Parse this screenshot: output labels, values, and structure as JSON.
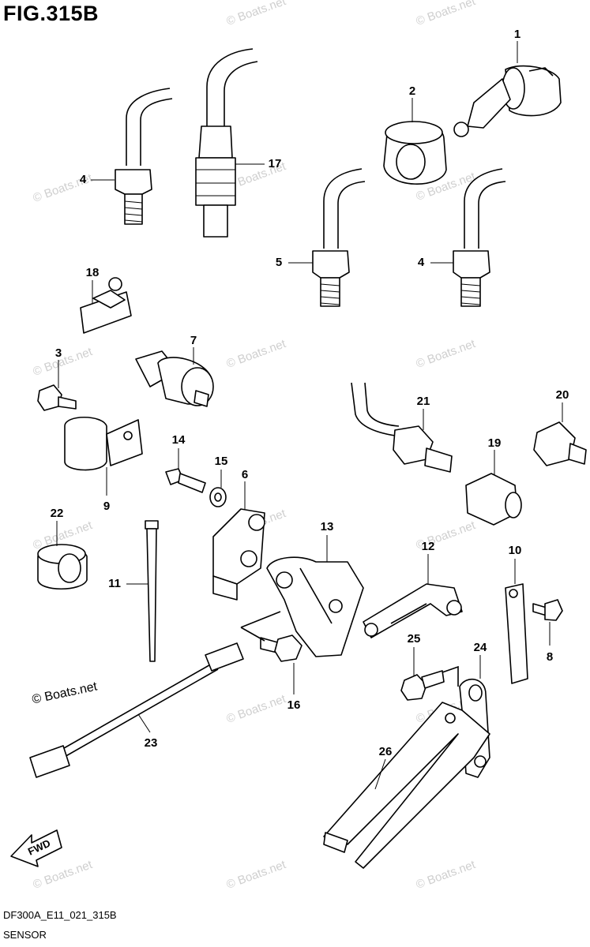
{
  "figure": {
    "title": "FIG.315B",
    "code": "DF300A_E11_021_315B",
    "name": "SENSOR"
  },
  "watermark": "© Boats.net",
  "fwd_label": "FWD",
  "callouts": [
    "1",
    "2",
    "3",
    "4",
    "4",
    "5",
    "6",
    "7",
    "8",
    "9",
    "10",
    "11",
    "12",
    "13",
    "14",
    "15",
    "16",
    "17",
    "18",
    "19",
    "20",
    "21",
    "22",
    "23",
    "24",
    "25",
    "26"
  ]
}
